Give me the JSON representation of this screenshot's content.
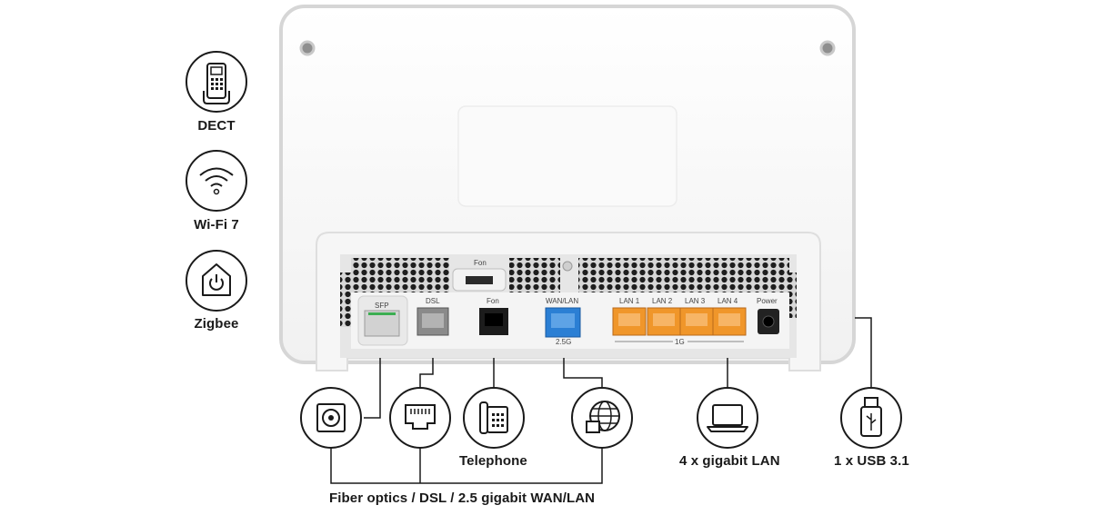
{
  "features": [
    {
      "icon": "dect-phone-icon",
      "label": "DECT"
    },
    {
      "icon": "wifi-icon",
      "label": "Wi-Fi 7"
    },
    {
      "icon": "zigbee-home-icon",
      "label": "Zigbee"
    }
  ],
  "router": {
    "top_port_label": "Fon",
    "ports": [
      {
        "name": "sfp",
        "label": "SFP",
        "color": "#bdbdbd"
      },
      {
        "name": "dsl",
        "label": "DSL",
        "color": "#8a8a8a"
      },
      {
        "name": "fon",
        "label": "Fon",
        "color": "#1a1a1a"
      },
      {
        "name": "wan-lan",
        "label": "WAN/LAN",
        "sublabel": "2.5G",
        "color": "#2b7fd4"
      },
      {
        "name": "lan1",
        "label": "LAN 1",
        "color": "#f0962a"
      },
      {
        "name": "lan2",
        "label": "LAN 2",
        "color": "#f0962a"
      },
      {
        "name": "lan3",
        "label": "LAN 3",
        "color": "#f0962a"
      },
      {
        "name": "lan4",
        "label": "LAN 4",
        "color": "#f0962a"
      },
      {
        "name": "power",
        "label": "Power",
        "color": "#222222"
      }
    ],
    "lan_group_label": "1G"
  },
  "connections": [
    {
      "icon": "fiber-optic-icon"
    },
    {
      "icon": "ethernet-port-icon"
    },
    {
      "icon": "telephone-icon",
      "label": "Telephone"
    },
    {
      "icon": "globe-network-icon"
    },
    {
      "icon": "laptop-icon",
      "label": "4 x gigabit LAN"
    },
    {
      "icon": "usb-stick-icon",
      "label": "1 x USB 3.1"
    }
  ],
  "group_label": "Fiber optics / DSL / 2.5 gigabit WAN/LAN"
}
